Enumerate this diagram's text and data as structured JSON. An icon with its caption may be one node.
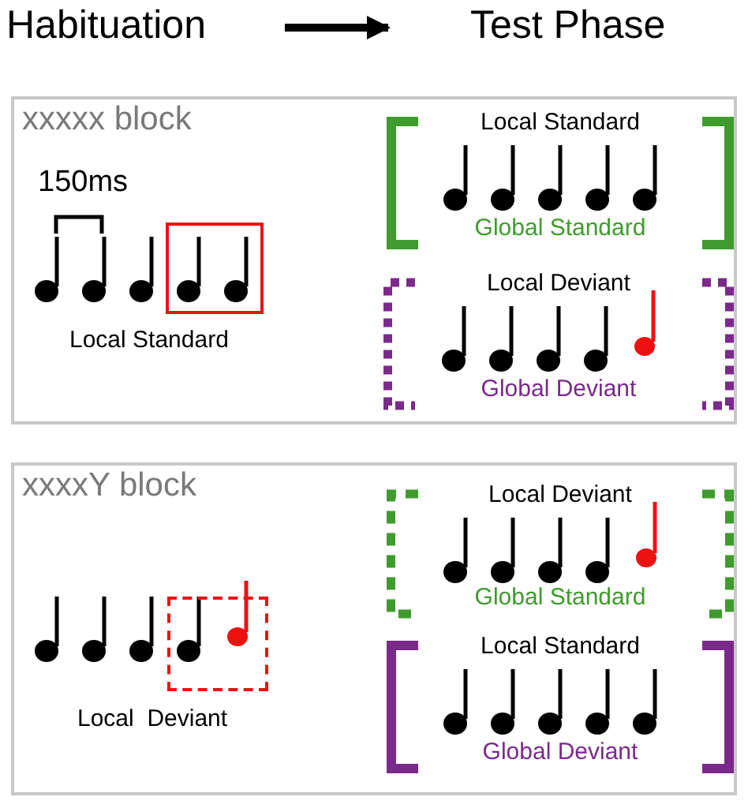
{
  "diagram": {
    "nodes": [
      {
        "text": [
          "Habituation"
        ]
      },
      {
        "text": [
          "Test Phase"
        ]
      },
      {
        "text": [
          "xxxxx block"
        ]
      },
      {
        "text": [
          "Local Standard",
          "Global Standard"
        ],
        "in": 2
      },
      {
        "text": [
          "Local Deviant",
          "Global Deviant"
        ],
        "in": 2
      },
      {
        "text": [
          "xxxxY block"
        ]
      },
      {
        "text": [
          "Local Deviant",
          "Global Standard"
        ],
        "in": 5
      },
      {
        "text": [
          "Local Standard",
          "Global Deviant"
        ],
        "in": 5
      }
    ],
    "edges": [
      {
        "from": 0,
        "to": 1,
        "arrow": "to"
      }
    ],
    "labels": [
      "150ms",
      "Local Standard",
      "Local  Deviant"
    ]
  }
}
